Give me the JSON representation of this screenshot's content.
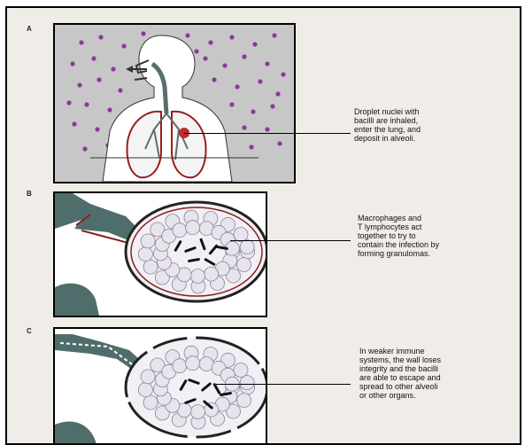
{
  "panels": [
    {
      "letter": "A",
      "caption": [
        "Droplet nuclei with",
        "bacilli are inhaled,",
        "enter the lung, and",
        "deposit in alveoli."
      ]
    },
    {
      "letter": "B",
      "caption": [
        "Macrophages and",
        "T lymphocytes act",
        "together to try to",
        "contain the infection by",
        "forming granulomas."
      ]
    },
    {
      "letter": "C",
      "caption": [
        "In weaker immune",
        "systems, the wall loses",
        "integrity and the bacilli",
        "are able to escape and",
        "spread to other alveoli",
        "or other organs."
      ]
    }
  ],
  "colors": {
    "background": "#f0ede8",
    "droplet": "#8b3a9a",
    "lung_outline": "#9b1c1c",
    "airway": "#5a6e72",
    "granuloma_cell": "#e8e4ee",
    "tissue": "#4f6e6b"
  }
}
